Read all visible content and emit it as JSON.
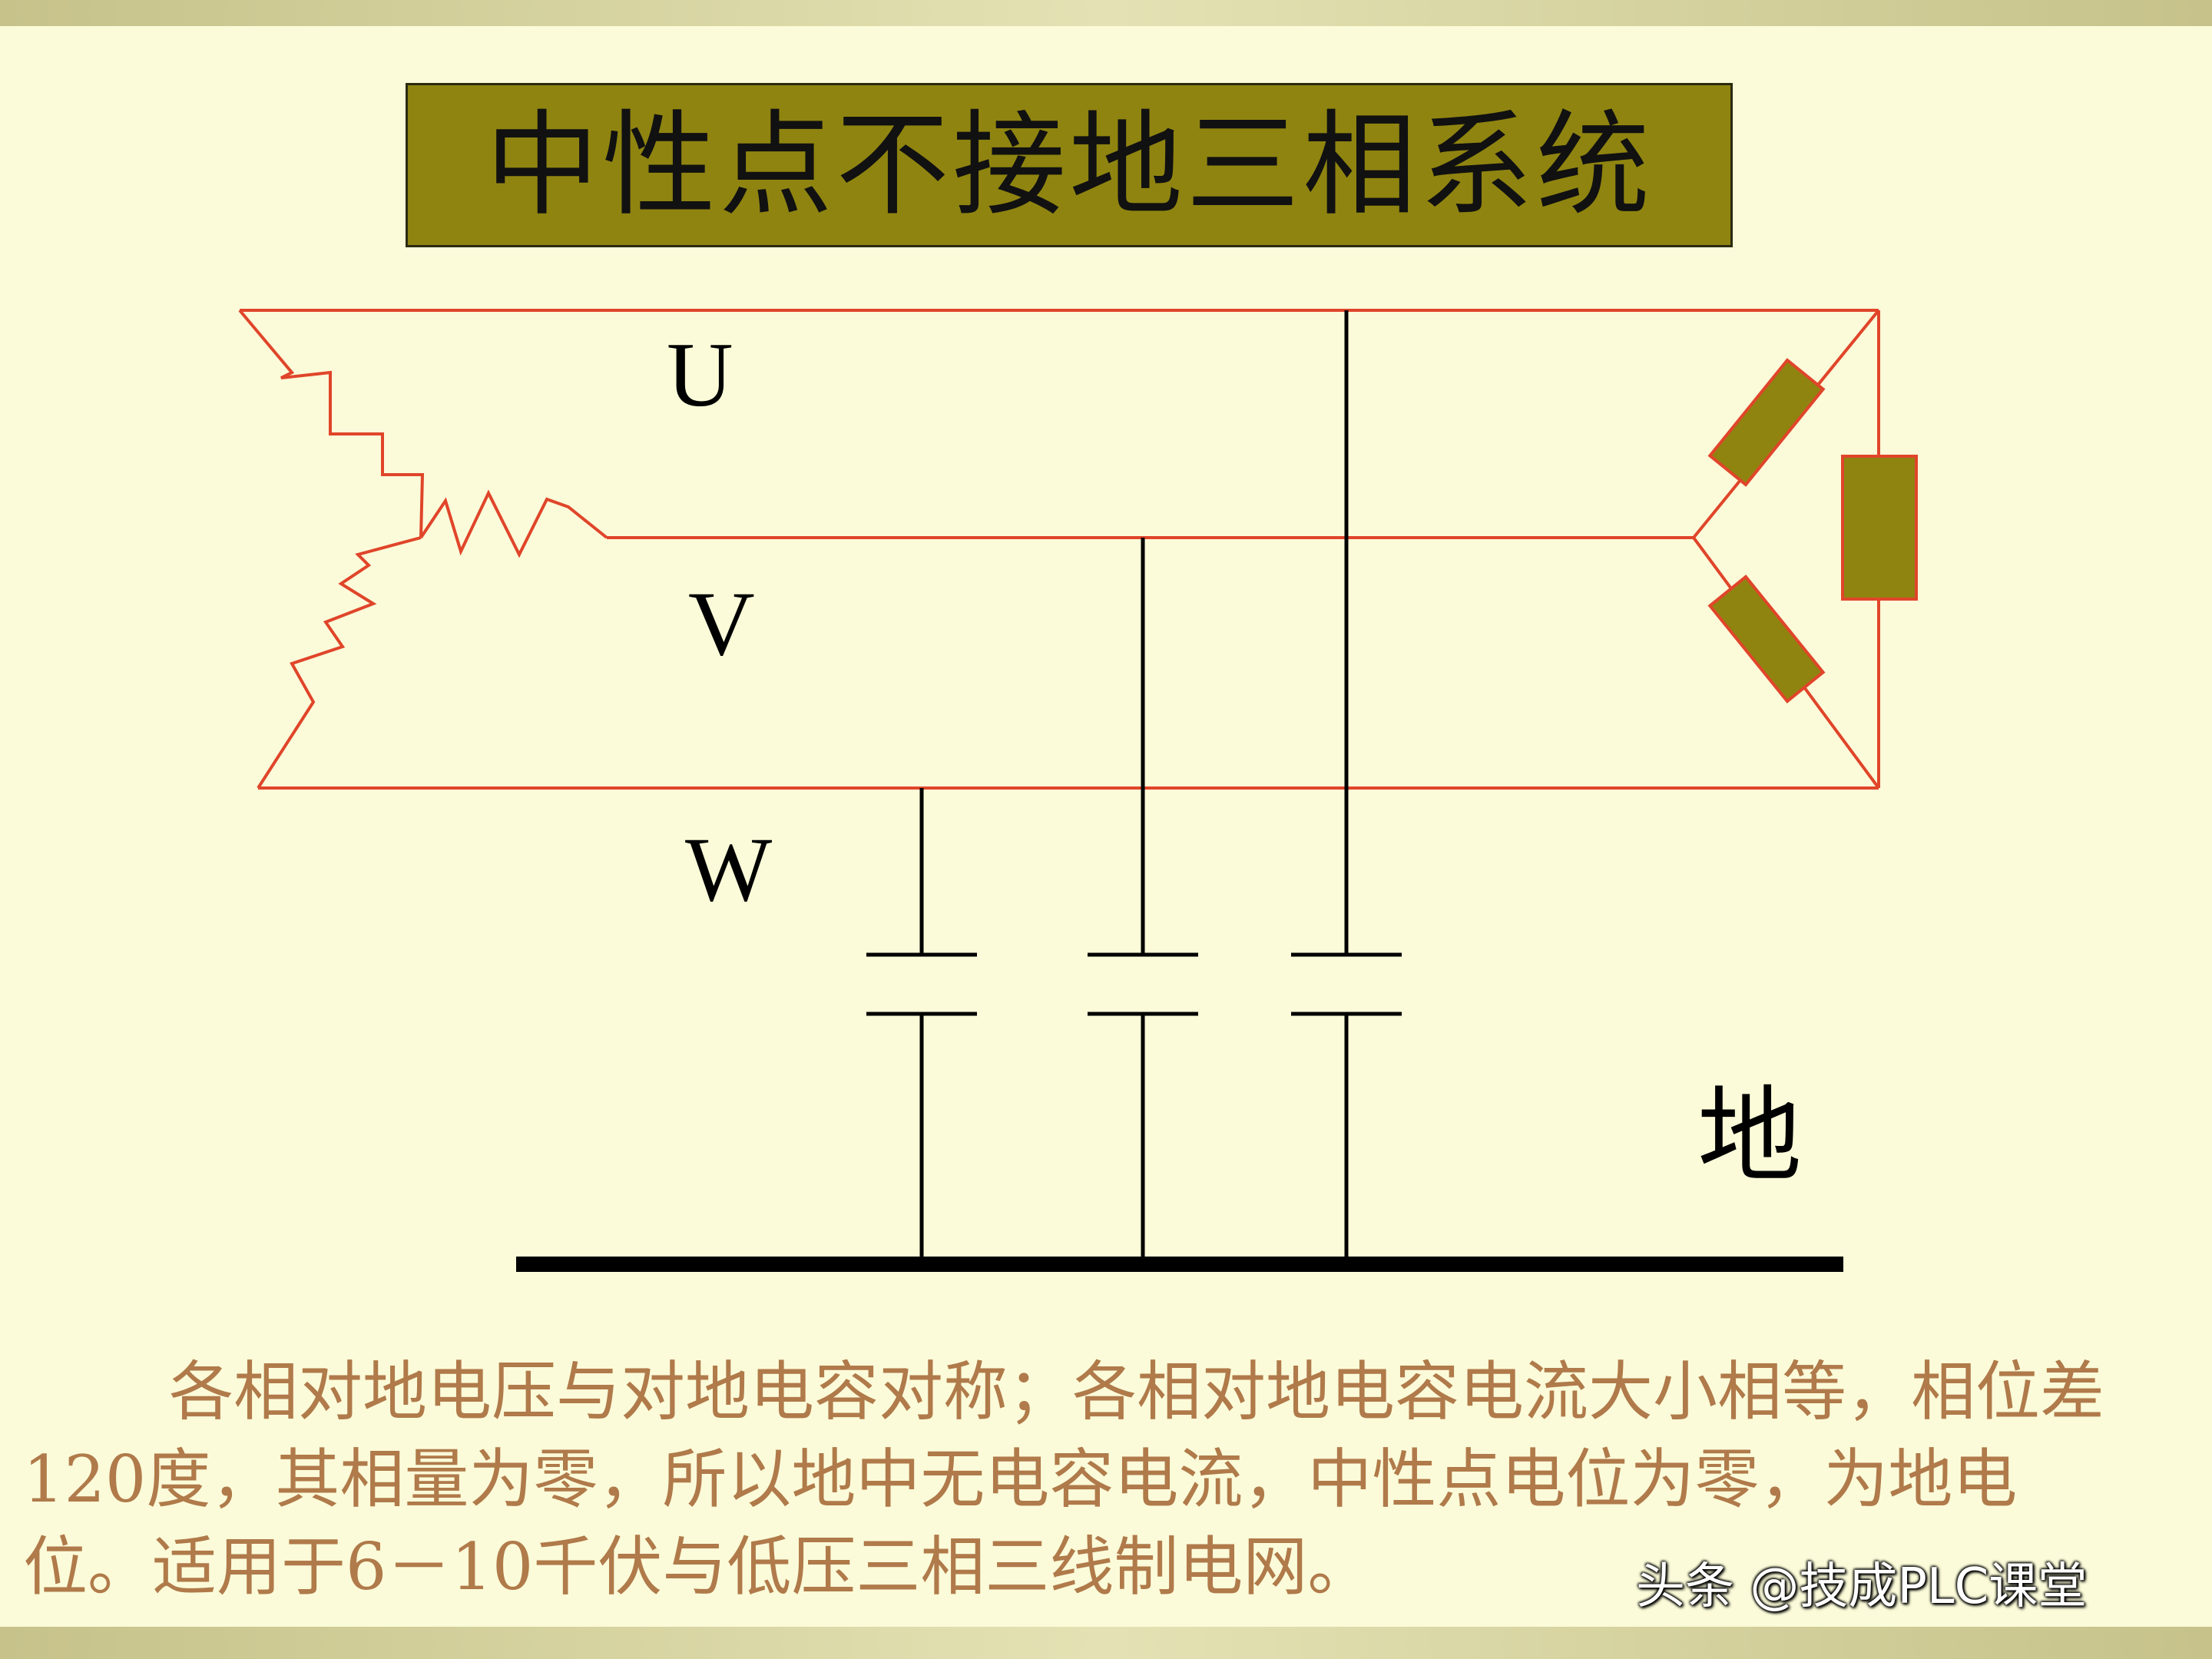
{
  "title": "中性点不接地三相系统",
  "diagram": {
    "phase_labels": [
      "U",
      "V",
      "W"
    ],
    "ground_label": "地",
    "colors": {
      "line": "#e0452a",
      "wire": "#000000",
      "load_fill": "#8f8410",
      "load_border": "#e0452a",
      "title_bg": "#8f8410"
    }
  },
  "caption": "各相对地电压与对地电容对称；各相对地电容电流大小相等，相位差120度，其相量为零，所以地中无电容电流，中性点电位为零，为地电位。适用于6－10千伏与低压三相三线制电网。",
  "watermark": "头条 @技成PLC课堂"
}
